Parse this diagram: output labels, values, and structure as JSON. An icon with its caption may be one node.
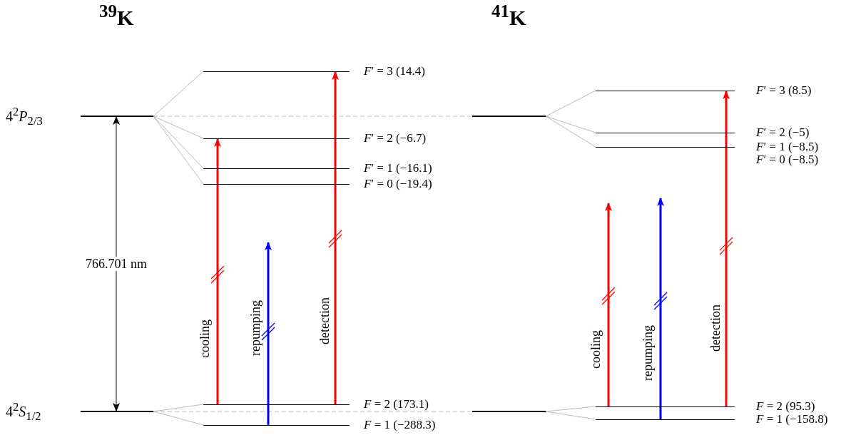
{
  "diagram": {
    "nodes": [
      {
        "text": [],
        "shape": "bar",
        "beside": [
          "4$^{2}$*P*$_{2/3}$"
        ]
      },
      {
        "text": [],
        "shape": "bar",
        "beside": [
          "*F*′ = 3 (14.4)"
        ]
      },
      {
        "text": [],
        "shape": "bar",
        "beside": [
          "*F*′ = 2 (−6.7)"
        ]
      },
      {
        "text": [],
        "shape": "bar",
        "beside": [
          "*F*′ = 1 (−16.1)"
        ]
      },
      {
        "text": [],
        "shape": "bar",
        "beside": [
          "*F*′ = 0 (−19.4)"
        ]
      },
      {
        "text": [],
        "shape": "bar",
        "beside": [
          "4$^{2}$*S*$_{1/2}$"
        ]
      },
      {
        "text": [],
        "shape": "bar",
        "beside": [
          "*F* = 2 (173.1)"
        ]
      },
      {
        "text": [],
        "shape": "bar",
        "beside": [
          "*F* = 1 (−288.3)"
        ]
      },
      {
        "text": [],
        "shape": "bar"
      },
      {
        "text": [],
        "shape": "bar",
        "beside": [
          "*F*′ = 3 (8.5)"
        ]
      },
      {
        "text": [],
        "shape": "bar",
        "beside": [
          "*F*′ = 2 (−5)"
        ]
      },
      {
        "text": [],
        "shape": "bar",
        "beside": [
          "*F*′ = 1 (−8.5)",
          "*F*′ = 0 (−8.5)"
        ]
      },
      {
        "text": [],
        "shape": "bar"
      },
      {
        "text": [],
        "shape": "bar",
        "beside": [
          "*F* = 2 (95.3)"
        ]
      },
      {
        "text": [],
        "shape": "bar",
        "beside": [
          "*F* = 1 (−158.8)"
        ]
      }
    ],
    "edges": [
      {
        "from": 0,
        "to": 5,
        "arrow": "both",
        "label": "766.701 nm",
        "color": "#000000"
      },
      {
        "from": 0,
        "to": 1,
        "arrow": "none"
      },
      {
        "from": 0,
        "to": 2,
        "arrow": "none"
      },
      {
        "from": 0,
        "to": 3,
        "arrow": "none"
      },
      {
        "from": 0,
        "to": 4,
        "arrow": "none"
      },
      {
        "from": 5,
        "to": 6,
        "arrow": "none"
      },
      {
        "from": 5,
        "to": 7,
        "arrow": "none"
      },
      {
        "from": 0,
        "to": 8,
        "arrow": "none",
        "style": "dashed"
      },
      {
        "from": 5,
        "to": 12,
        "arrow": "none",
        "style": "dashed"
      },
      {
        "from": 8,
        "to": 9,
        "arrow": "none"
      },
      {
        "from": 8,
        "to": 10,
        "arrow": "none"
      },
      {
        "from": 8,
        "to": 11,
        "arrow": "none"
      },
      {
        "from": 12,
        "to": 13,
        "arrow": "none"
      },
      {
        "from": 12,
        "to": 14,
        "arrow": "none"
      },
      {
        "from": 6,
        "to": 2,
        "arrow": "to",
        "label": "cooling",
        "style": "thick",
        "color": "#ff0000"
      },
      {
        "from": 7,
        "to": null,
        "arrow": "to",
        "label": "repumping",
        "style": "thick",
        "color": "#0000ff"
      },
      {
        "from": 6,
        "to": 1,
        "arrow": "to",
        "label": "detection",
        "style": "thick",
        "color": "#ff0000"
      },
      {
        "from": 13,
        "to": null,
        "arrow": "to",
        "label": "cooling",
        "style": "thick",
        "color": "#ff0000"
      },
      {
        "from": 14,
        "to": null,
        "arrow": "to",
        "label": "repumping",
        "style": "thick",
        "color": "#0000ff"
      },
      {
        "from": 13,
        "to": 9,
        "arrow": "to",
        "label": "detection",
        "style": "thick",
        "color": "#ff0000"
      }
    ],
    "labels": [
      "$^{39}$K",
      "$^{41}$K"
    ]
  }
}
